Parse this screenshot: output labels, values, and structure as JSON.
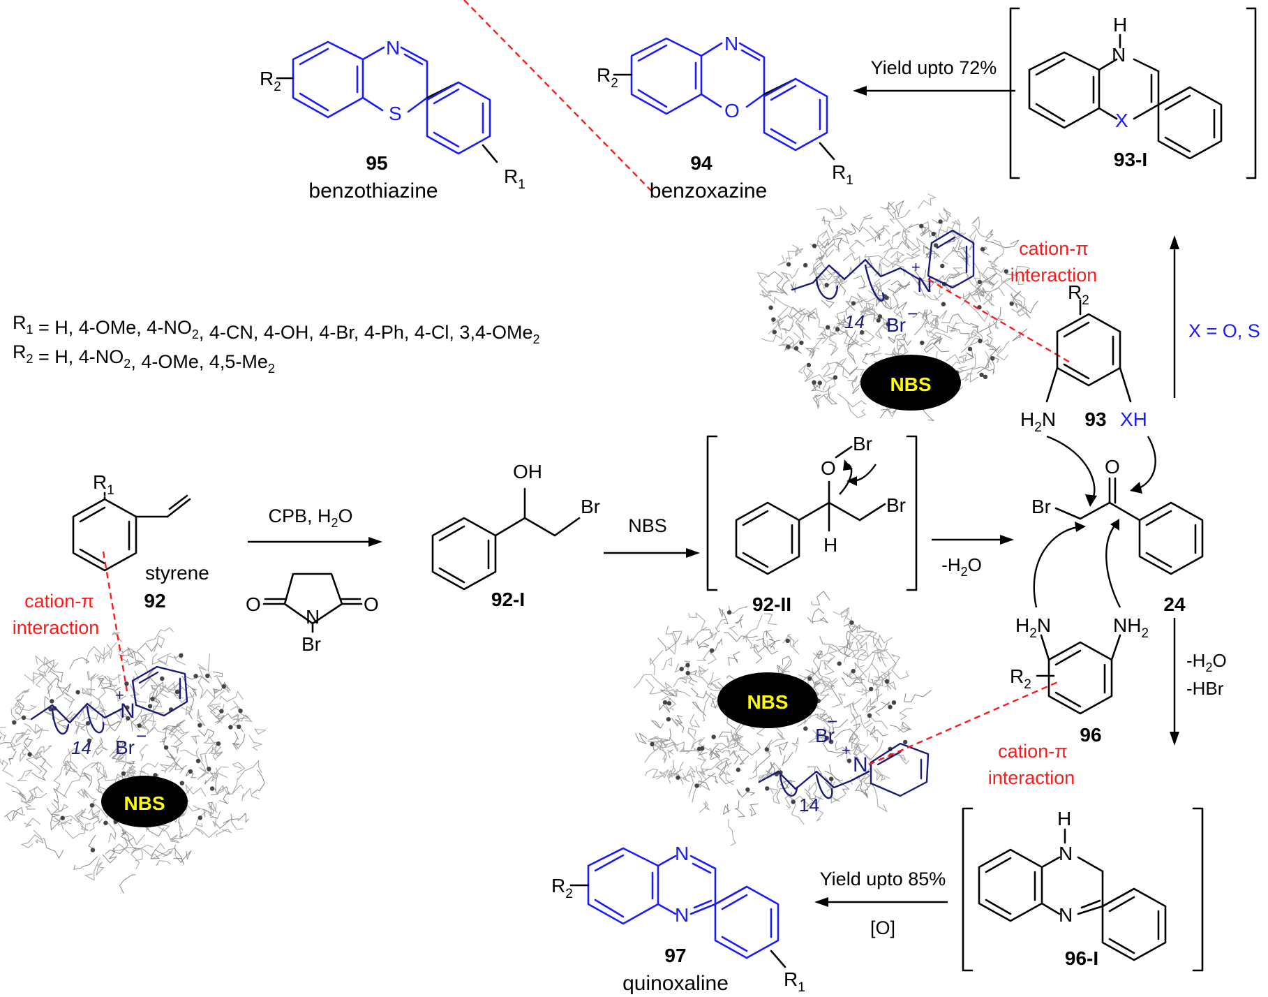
{
  "scheme": {
    "compounds": {
      "c95": {
        "number": "95",
        "name": "benzothiazine",
        "ring_atoms": [
          "N",
          "S"
        ],
        "substituents": [
          "R2",
          "R1"
        ]
      },
      "c94": {
        "number": "94",
        "name": "benzoxazine",
        "ring_atoms": [
          "N",
          "O"
        ],
        "substituents": [
          "R2",
          "R1"
        ]
      },
      "c93I": {
        "number": "93-I",
        "atoms": [
          "H",
          "N",
          "X"
        ]
      },
      "c93": {
        "number": "93",
        "groups": [
          "H2N",
          "XH",
          "R2"
        ]
      },
      "c92": {
        "number": "92",
        "name": "styrene",
        "substituent": "R1"
      },
      "c92I": {
        "number": "92-I",
        "groups": [
          "OH",
          "Br"
        ]
      },
      "c92II": {
        "number": "92-II",
        "groups": [
          "O",
          "Br",
          "Br",
          "H"
        ]
      },
      "c24": {
        "number": "24",
        "groups": [
          "O",
          "Br"
        ]
      },
      "c96": {
        "number": "96",
        "groups": [
          "H2N",
          "NH2",
          "R2"
        ]
      },
      "c96I": {
        "number": "96-I",
        "atoms": [
          "H",
          "N",
          "N"
        ]
      },
      "c97": {
        "number": "97",
        "name": "quinoxaline",
        "atoms": [
          "N",
          "N"
        ],
        "substituents": [
          "R2",
          "R1"
        ]
      },
      "nbs_reagent": {
        "atoms": [
          "O",
          "N",
          "O",
          "Br"
        ]
      }
    },
    "definitions": {
      "r1": "R1 = H, 4-OMe, 4-NO2, 4-CN, 4-OH, 4-Br, 4-Ph, 4-Cl, 3,4-OMe2",
      "r2": "R2 = H, 4-NO2, 4-OMe, 4,5-Me2"
    },
    "arrows": {
      "to94": "Yield upto 72%",
      "x_condition": "X = O, S",
      "cpb": "CPB, H2O",
      "nbs": "NBS",
      "dehydration": "-H2O",
      "to96_a": "-H2O",
      "to96_b": "-HBr",
      "to97_top": "Yield upto 85%",
      "to97_bottom": "[O]"
    },
    "micelles": {
      "nbs_label": "NBS",
      "cation_pi": [
        "cation-π",
        "interaction"
      ],
      "counter_ion": "Br",
      "chain_count": "14",
      "charge": "+",
      "neg": "−",
      "n_label": "N"
    },
    "colors": {
      "product": "#1a1aff",
      "annotation": "#ff1a1a",
      "surfactant": "#1a1a7a",
      "nbs_fill": "#000000",
      "nbs_text": "#ffff00"
    }
  }
}
